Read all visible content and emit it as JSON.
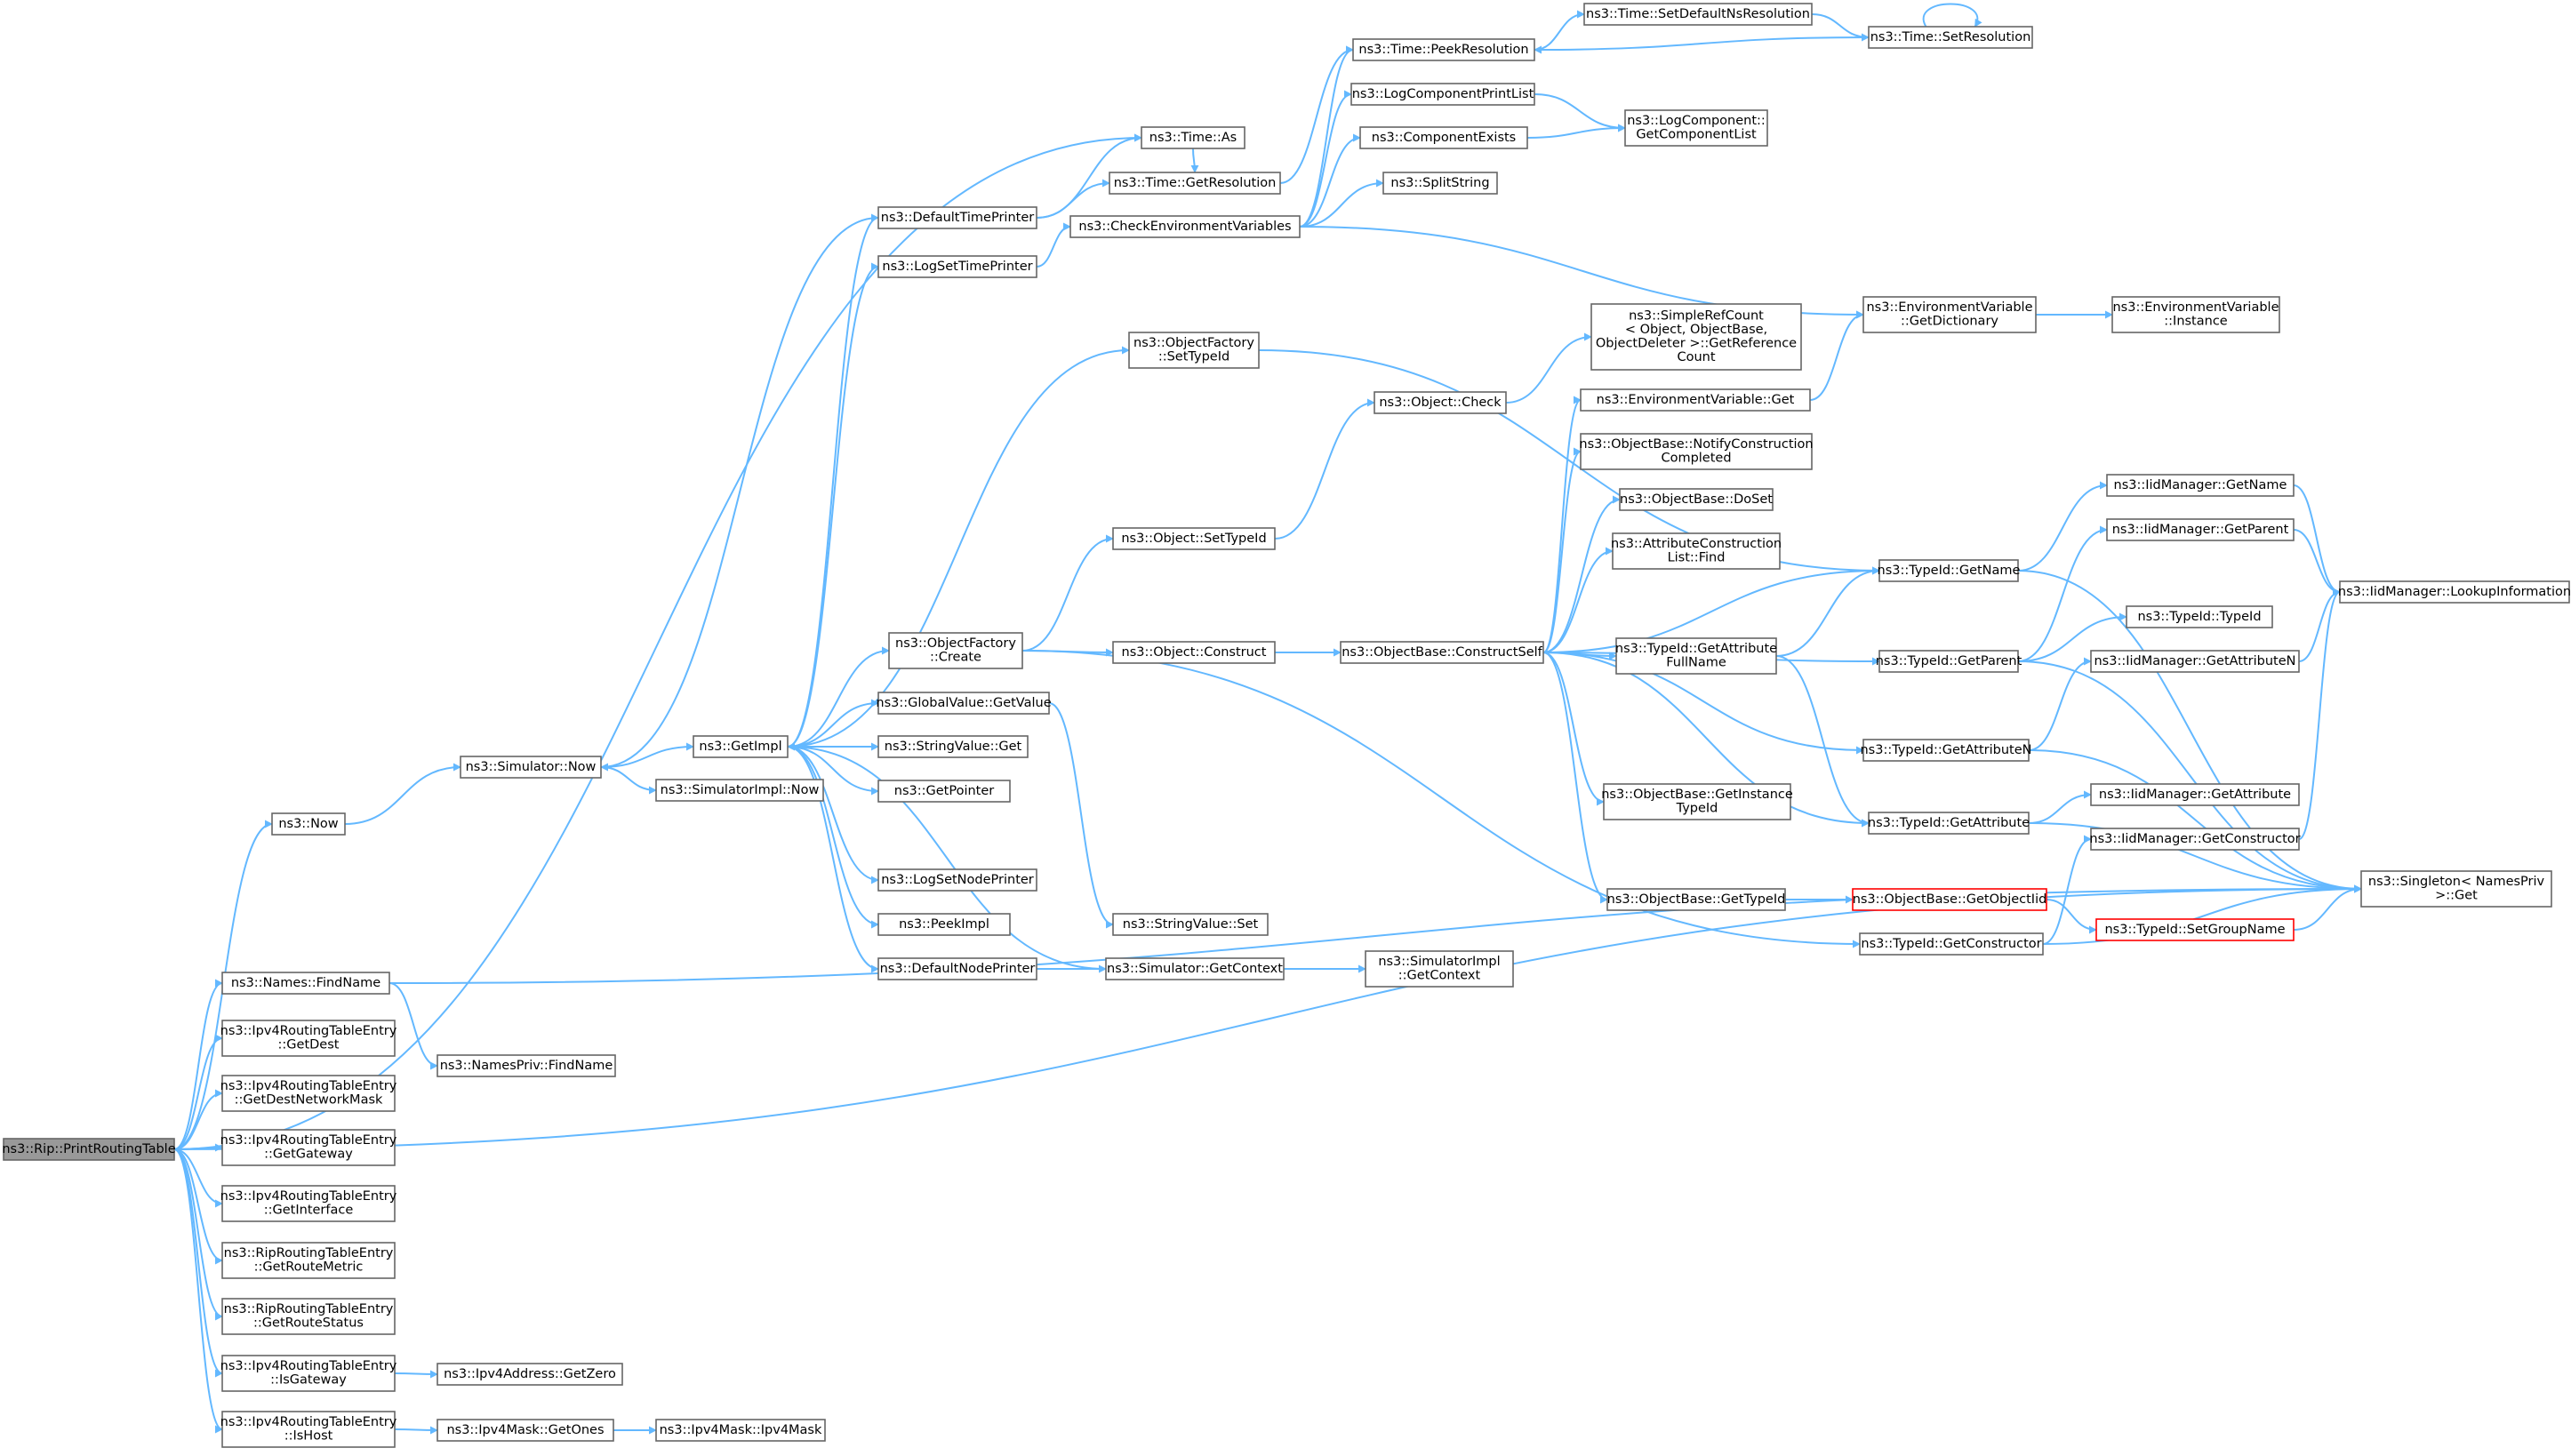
{
  "diagram": {
    "title": "",
    "colors": {
      "edge": "#63b8ff",
      "node_border": "#666666",
      "root_fill": "#999999",
      "incomplete_border": "#ff0000"
    },
    "nodes": [
      {
        "id": "root",
        "lines": [
          "ns3::Rip::PrintRoutingTable"
        ],
        "root": true
      },
      {
        "id": "now",
        "lines": [
          "ns3::Now"
        ]
      },
      {
        "id": "names_findname",
        "lines": [
          "ns3::Names::FindName"
        ]
      },
      {
        "id": "getdest",
        "lines": [
          "ns3::Ipv4RoutingTableEntry",
          "::GetDest"
        ]
      },
      {
        "id": "getdestmask",
        "lines": [
          "ns3::Ipv4RoutingTableEntry",
          "::GetDestNetworkMask"
        ]
      },
      {
        "id": "getgateway",
        "lines": [
          "ns3::Ipv4RoutingTableEntry",
          "::GetGateway"
        ]
      },
      {
        "id": "getinterface",
        "lines": [
          "ns3::Ipv4RoutingTableEntry",
          "::GetInterface"
        ]
      },
      {
        "id": "getroutemetric",
        "lines": [
          "ns3::RipRoutingTableEntry",
          "::GetRouteMetric"
        ]
      },
      {
        "id": "getroutestatus",
        "lines": [
          "ns3::RipRoutingTableEntry",
          "::GetRouteStatus"
        ]
      },
      {
        "id": "isgateway",
        "lines": [
          "ns3::Ipv4RoutingTableEntry",
          "::IsGateway"
        ]
      },
      {
        "id": "ishost",
        "lines": [
          "ns3::Ipv4RoutingTableEntry",
          "::IsHost"
        ]
      },
      {
        "id": "namespriv_findname",
        "lines": [
          "ns3::NamesPriv::FindName"
        ]
      },
      {
        "id": "ipv4address_getzero",
        "lines": [
          "ns3::Ipv4Address::GetZero"
        ]
      },
      {
        "id": "ipv4mask_getones",
        "lines": [
          "ns3::Ipv4Mask::GetOnes"
        ]
      },
      {
        "id": "ipv4mask_ctor",
        "lines": [
          "ns3::Ipv4Mask::Ipv4Mask"
        ]
      },
      {
        "id": "simulator_now",
        "lines": [
          "ns3::Simulator::Now"
        ]
      },
      {
        "id": "simulatorimpl_now",
        "lines": [
          "ns3::SimulatorImpl::Now"
        ]
      },
      {
        "id": "getimpl",
        "lines": [
          "ns3::GetImpl"
        ]
      },
      {
        "id": "time_as",
        "lines": [
          "ns3::Time::As"
        ]
      },
      {
        "id": "defaulttimeprinter",
        "lines": [
          "ns3::DefaultTimePrinter"
        ]
      },
      {
        "id": "logsettimeprinter",
        "lines": [
          "ns3::LogSetTimePrinter"
        ]
      },
      {
        "id": "objectfactory_create",
        "lines": [
          "ns3::ObjectFactory",
          "::Create"
        ]
      },
      {
        "id": "globalvalue_getvalue",
        "lines": [
          "ns3::GlobalValue::GetValue"
        ]
      },
      {
        "id": "stringvalue_get",
        "lines": [
          "ns3::StringValue::Get"
        ]
      },
      {
        "id": "getpointer",
        "lines": [
          "ns3::GetPointer"
        ]
      },
      {
        "id": "logsetnodeprinter",
        "lines": [
          "ns3::LogSetNodePrinter"
        ]
      },
      {
        "id": "peekimpl",
        "lines": [
          "ns3::PeekImpl"
        ]
      },
      {
        "id": "defaultnodeprinter",
        "lines": [
          "ns3::DefaultNodePrinter"
        ]
      },
      {
        "id": "time_getresolution",
        "lines": [
          "ns3::Time::GetResolution"
        ]
      },
      {
        "id": "checkenv",
        "lines": [
          "ns3::CheckEnvironmentVariables"
        ]
      },
      {
        "id": "objectfactory_settypeid",
        "lines": [
          "ns3::ObjectFactory",
          "::SetTypeId"
        ]
      },
      {
        "id": "object_settypeid",
        "lines": [
          "ns3::Object::SetTypeId"
        ]
      },
      {
        "id": "object_construct",
        "lines": [
          "ns3::Object::Construct"
        ]
      },
      {
        "id": "stringvalue_set",
        "lines": [
          "ns3::StringValue::Set"
        ]
      },
      {
        "id": "simulator_getcontext",
        "lines": [
          "ns3::Simulator::GetContext"
        ]
      },
      {
        "id": "time_peekresolution",
        "lines": [
          "ns3::Time::PeekResolution"
        ]
      },
      {
        "id": "logcomponentprintlist",
        "lines": [
          "ns3::LogComponentPrintList"
        ]
      },
      {
        "id": "componentexists",
        "lines": [
          "ns3::ComponentExists"
        ]
      },
      {
        "id": "splitstring",
        "lines": [
          "ns3::SplitString"
        ]
      },
      {
        "id": "object_check",
        "lines": [
          "ns3::Object::Check"
        ]
      },
      {
        "id": "objectbase_constructself",
        "lines": [
          "ns3::ObjectBase::ConstructSelf"
        ]
      },
      {
        "id": "simulatorimpl_getcontext",
        "lines": [
          "ns3::SimulatorImpl",
          "::GetContext"
        ]
      },
      {
        "id": "time_setdefaultnsres",
        "lines": [
          "ns3::Time::SetDefaultNsResolution"
        ]
      },
      {
        "id": "simplerefcount",
        "lines": [
          "ns3::SimpleRefCount",
          "< Object, ObjectBase,",
          "ObjectDeleter >::GetReference",
          "Count"
        ]
      },
      {
        "id": "envvar_get",
        "lines": [
          "ns3::EnvironmentVariable::Get"
        ]
      },
      {
        "id": "notifyconstruction",
        "lines": [
          "ns3::ObjectBase::NotifyConstruction",
          "Completed"
        ]
      },
      {
        "id": "doset",
        "lines": [
          "ns3::ObjectBase::DoSet"
        ]
      },
      {
        "id": "attrconstructionlist_find",
        "lines": [
          "ns3::AttributeConstruction",
          "List::Find"
        ]
      },
      {
        "id": "typeid_getattributefullname",
        "lines": [
          "ns3::TypeId::GetAttribute",
          "FullName"
        ]
      },
      {
        "id": "getinstancetypeid",
        "lines": [
          "ns3::ObjectBase::GetInstance",
          "TypeId"
        ]
      },
      {
        "id": "objectbase_gettypeid",
        "lines": [
          "ns3::ObjectBase::GetTypeId"
        ]
      },
      {
        "id": "time_setresolution",
        "lines": [
          "ns3::Time::SetResolution"
        ]
      },
      {
        "id": "logcomponent_getcomponentlist",
        "lines": [
          "ns3::LogComponent::",
          "GetComponentList"
        ]
      },
      {
        "id": "envvar_getdictionary",
        "lines": [
          "ns3::EnvironmentVariable",
          "::GetDictionary"
        ]
      },
      {
        "id": "typeid_getname",
        "lines": [
          "ns3::TypeId::GetName"
        ]
      },
      {
        "id": "typeid_getparent",
        "lines": [
          "ns3::TypeId::GetParent"
        ]
      },
      {
        "id": "typeid_getattributen",
        "lines": [
          "ns3::TypeId::GetAttributeN"
        ]
      },
      {
        "id": "typeid_getattribute",
        "lines": [
          "ns3::TypeId::GetAttribute"
        ]
      },
      {
        "id": "getobjectiid",
        "lines": [
          "ns3::ObjectBase::GetObjectIid"
        ],
        "incomplete": true
      },
      {
        "id": "typeid_getconstructor",
        "lines": [
          "ns3::TypeId::GetConstructor"
        ]
      },
      {
        "id": "envvar_instance",
        "lines": [
          "ns3::EnvironmentVariable",
          "::Instance"
        ]
      },
      {
        "id": "iidmanager_getname",
        "lines": [
          "ns3::IidManager::GetName"
        ]
      },
      {
        "id": "iidmanager_getparent",
        "lines": [
          "ns3::IidManager::GetParent"
        ]
      },
      {
        "id": "typeid_typeid",
        "lines": [
          "ns3::TypeId::TypeId"
        ]
      },
      {
        "id": "iidmanager_getattributen",
        "lines": [
          "ns3::IidManager::GetAttributeN"
        ]
      },
      {
        "id": "iidmanager_getattribute",
        "lines": [
          "ns3::IidManager::GetAttribute"
        ]
      },
      {
        "id": "iidmanager_getconstructor",
        "lines": [
          "ns3::IidManager::GetConstructor"
        ]
      },
      {
        "id": "typeid_setgroupname",
        "lines": [
          "ns3::TypeId::SetGroupName"
        ],
        "incomplete": true
      },
      {
        "id": "iidmanager_lookupinformation",
        "lines": [
          "ns3::IidManager::LookupInformation"
        ]
      },
      {
        "id": "singleton_get",
        "lines": [
          "ns3::Singleton< NamesPriv",
          ">::Get"
        ]
      }
    ],
    "edges": [
      [
        "root",
        "time_as"
      ],
      [
        "root",
        "now"
      ],
      [
        "root",
        "names_findname"
      ],
      [
        "root",
        "singleton_get"
      ],
      [
        "root",
        "getdest"
      ],
      [
        "root",
        "getdestmask"
      ],
      [
        "root",
        "getgateway"
      ],
      [
        "root",
        "getinterface"
      ],
      [
        "root",
        "getroutemetric"
      ],
      [
        "root",
        "getroutestatus"
      ],
      [
        "root",
        "isgateway"
      ],
      [
        "root",
        "ishost"
      ],
      [
        "now",
        "simulator_now"
      ],
      [
        "names_findname",
        "namespriv_findname"
      ],
      [
        "names_findname",
        "singleton_get"
      ],
      [
        "isgateway",
        "ipv4address_getzero"
      ],
      [
        "ishost",
        "ipv4mask_getones"
      ],
      [
        "ipv4mask_getones",
        "ipv4mask_ctor"
      ],
      [
        "simulator_now",
        "getimpl"
      ],
      [
        "simulator_now",
        "simulatorimpl_now"
      ],
      [
        "getimpl",
        "defaulttimeprinter"
      ],
      [
        "getimpl",
        "logsettimeprinter"
      ],
      [
        "getimpl",
        "objectfactory_settypeid"
      ],
      [
        "getimpl",
        "objectfactory_create"
      ],
      [
        "getimpl",
        "globalvalue_getvalue"
      ],
      [
        "getimpl",
        "stringvalue_get"
      ],
      [
        "getimpl",
        "getpointer"
      ],
      [
        "getimpl",
        "logsetnodeprinter"
      ],
      [
        "getimpl",
        "peekimpl"
      ],
      [
        "getimpl",
        "defaultnodeprinter"
      ],
      [
        "defaulttimeprinter",
        "simulator_now"
      ],
      [
        "defaulttimeprinter",
        "time_as"
      ],
      [
        "defaulttimeprinter",
        "time_getresolution"
      ],
      [
        "logsettimeprinter",
        "checkenv"
      ],
      [
        "time_as",
        "time_getresolution"
      ],
      [
        "time_getresolution",
        "time_peekresolution"
      ],
      [
        "time_peekresolution",
        "time_setdefaultnsres"
      ],
      [
        "time_setdefaultnsres",
        "time_setresolution"
      ],
      [
        "time_setresolution",
        "time_peekresolution"
      ],
      [
        "time_setresolution",
        "time_setresolution"
      ],
      [
        "checkenv",
        "time_peekresolution"
      ],
      [
        "checkenv",
        "logcomponentprintlist"
      ],
      [
        "checkenv",
        "componentexists"
      ],
      [
        "checkenv",
        "splitstring"
      ],
      [
        "checkenv",
        "envvar_getdictionary"
      ],
      [
        "logcomponentprintlist",
        "logcomponent_getcomponentlist"
      ],
      [
        "componentexists",
        "logcomponent_getcomponentlist"
      ],
      [
        "objectfactory_settypeid",
        "typeid_getname"
      ],
      [
        "objectfactory_create",
        "object_settypeid"
      ],
      [
        "objectfactory_create",
        "object_construct"
      ],
      [
        "objectfactory_create",
        "typeid_getconstructor"
      ],
      [
        "object_settypeid",
        "object_check"
      ],
      [
        "object_check",
        "simplerefcount"
      ],
      [
        "object_construct",
        "objectbase_constructself"
      ],
      [
        "globalvalue_getvalue",
        "stringvalue_set"
      ],
      [
        "defaultnodeprinter",
        "simulator_getcontext"
      ],
      [
        "simulator_getcontext",
        "getimpl"
      ],
      [
        "simulator_getcontext",
        "simulatorimpl_getcontext"
      ],
      [
        "objectbase_constructself",
        "envvar_get"
      ],
      [
        "objectbase_constructself",
        "notifyconstruction"
      ],
      [
        "objectbase_constructself",
        "doset"
      ],
      [
        "objectbase_constructself",
        "attrconstructionlist_find"
      ],
      [
        "objectbase_constructself",
        "typeid_getname"
      ],
      [
        "objectbase_constructself",
        "typeid_getattributefullname"
      ],
      [
        "objectbase_constructself",
        "typeid_getparent"
      ],
      [
        "objectbase_constructself",
        "typeid_getattributen"
      ],
      [
        "objectbase_constructself",
        "getinstancetypeid"
      ],
      [
        "objectbase_constructself",
        "typeid_getattribute"
      ],
      [
        "objectbase_constructself",
        "objectbase_gettypeid"
      ],
      [
        "envvar_get",
        "envvar_getdictionary"
      ],
      [
        "envvar_getdictionary",
        "envvar_instance"
      ],
      [
        "typeid_getattributefullname",
        "typeid_getname"
      ],
      [
        "typeid_getattributefullname",
        "typeid_getattribute"
      ],
      [
        "objectbase_gettypeid",
        "getobjectiid"
      ],
      [
        "getobjectiid",
        "typeid_setgroupname"
      ],
      [
        "typeid_getname",
        "iidmanager_getname"
      ],
      [
        "typeid_getname",
        "singleton_get"
      ],
      [
        "typeid_getparent",
        "iidmanager_getparent"
      ],
      [
        "typeid_getparent",
        "typeid_typeid"
      ],
      [
        "typeid_getparent",
        "singleton_get"
      ],
      [
        "typeid_getattributen",
        "iidmanager_getattributen"
      ],
      [
        "typeid_getattributen",
        "singleton_get"
      ],
      [
        "typeid_getattribute",
        "iidmanager_getattribute"
      ],
      [
        "typeid_getattribute",
        "singleton_get"
      ],
      [
        "typeid_getconstructor",
        "iidmanager_getconstructor"
      ],
      [
        "typeid_getconstructor",
        "singleton_get"
      ],
      [
        "iidmanager_getname",
        "iidmanager_lookupinformation"
      ],
      [
        "iidmanager_getparent",
        "iidmanager_lookupinformation"
      ],
      [
        "iidmanager_getattributen",
        "iidmanager_lookupinformation"
      ],
      [
        "iidmanager_getconstructor",
        "iidmanager_lookupinformation"
      ],
      [
        "typeid_setgroupname",
        "singleton_get"
      ]
    ]
  }
}
